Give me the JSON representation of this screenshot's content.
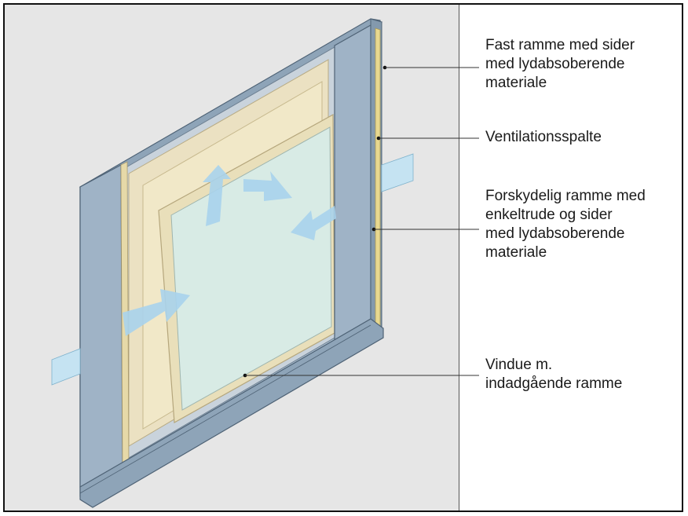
{
  "labels": [
    {
      "lines": [
        "Fast ramme med sider",
        "med lydabsoberende",
        "materiale"
      ]
    },
    {
      "lines": [
        "Ventilationsspalte"
      ]
    },
    {
      "lines": [
        "Forskydelig ramme med",
        "enkeltrude og sider",
        "med lydabsoberende",
        "materiale"
      ]
    },
    {
      "lines": [
        "Vindue m.",
        "indadgående ramme"
      ]
    }
  ],
  "colors": {
    "wall": "#e6e6e6",
    "frame": "#9fb3c6",
    "frame_dark": "#7f95aa",
    "absorbent": "#efe3b8",
    "glass": "#d9ebe6",
    "airflow": "#a8d3ec"
  }
}
